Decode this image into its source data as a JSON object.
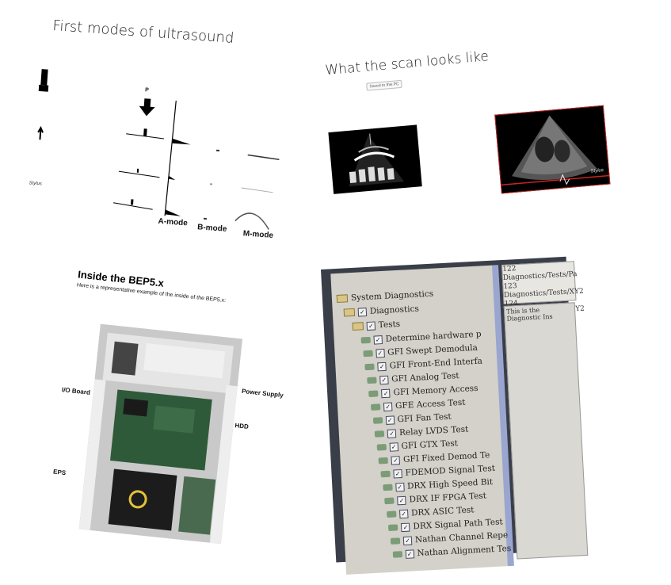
{
  "slide1": {
    "title": "First modes of ultrasound",
    "probe_label": "P",
    "stylus_text": "Stylus",
    "mode_labels": [
      "A-mode",
      "B-mode",
      "M-mode"
    ]
  },
  "slide2": {
    "title": "What the scan looks like",
    "saved_badge": "Saved to this PC",
    "scan_right_label": "Stylus"
  },
  "slide3": {
    "title": "Inside the BEP5.x",
    "subtitle": "Here is a representative example of the inside of the BEP5.x:",
    "callouts": {
      "io_board": "I/O Board",
      "power_supply": "Power Supply",
      "hdd": "HDD",
      "eps": "EPS"
    }
  },
  "slide4": {
    "root": "System Diagnostics",
    "diagnostics": "Diagnostics",
    "tests": "Tests",
    "items": [
      "Determine hardware p",
      "GFI Swept Demodula",
      "GFI Front-End Interfa",
      "GFI Analog Test",
      "GFI Memory Access",
      "GFE Access Test",
      "GFI Fan Test",
      "Relay LVDS Test",
      "GFI GTX Test",
      "GFI Fixed Demod Te",
      "FDEMOD Signal Test",
      "DRX High Speed Bit",
      "DRX IF FPGA Test",
      "DRX ASIC Test",
      "DRX Signal Path Test",
      "Nathan Channel Repe",
      "Nathan Alignment Tes"
    ],
    "right_top_lines": [
      "122 Diagnostics/Tests/Pa",
      "123 Diagnostics/Tests/XY2",
      "124 Diagnostics/Tests/XY2"
    ],
    "right_info": "This is the Diagnostic Ins"
  }
}
